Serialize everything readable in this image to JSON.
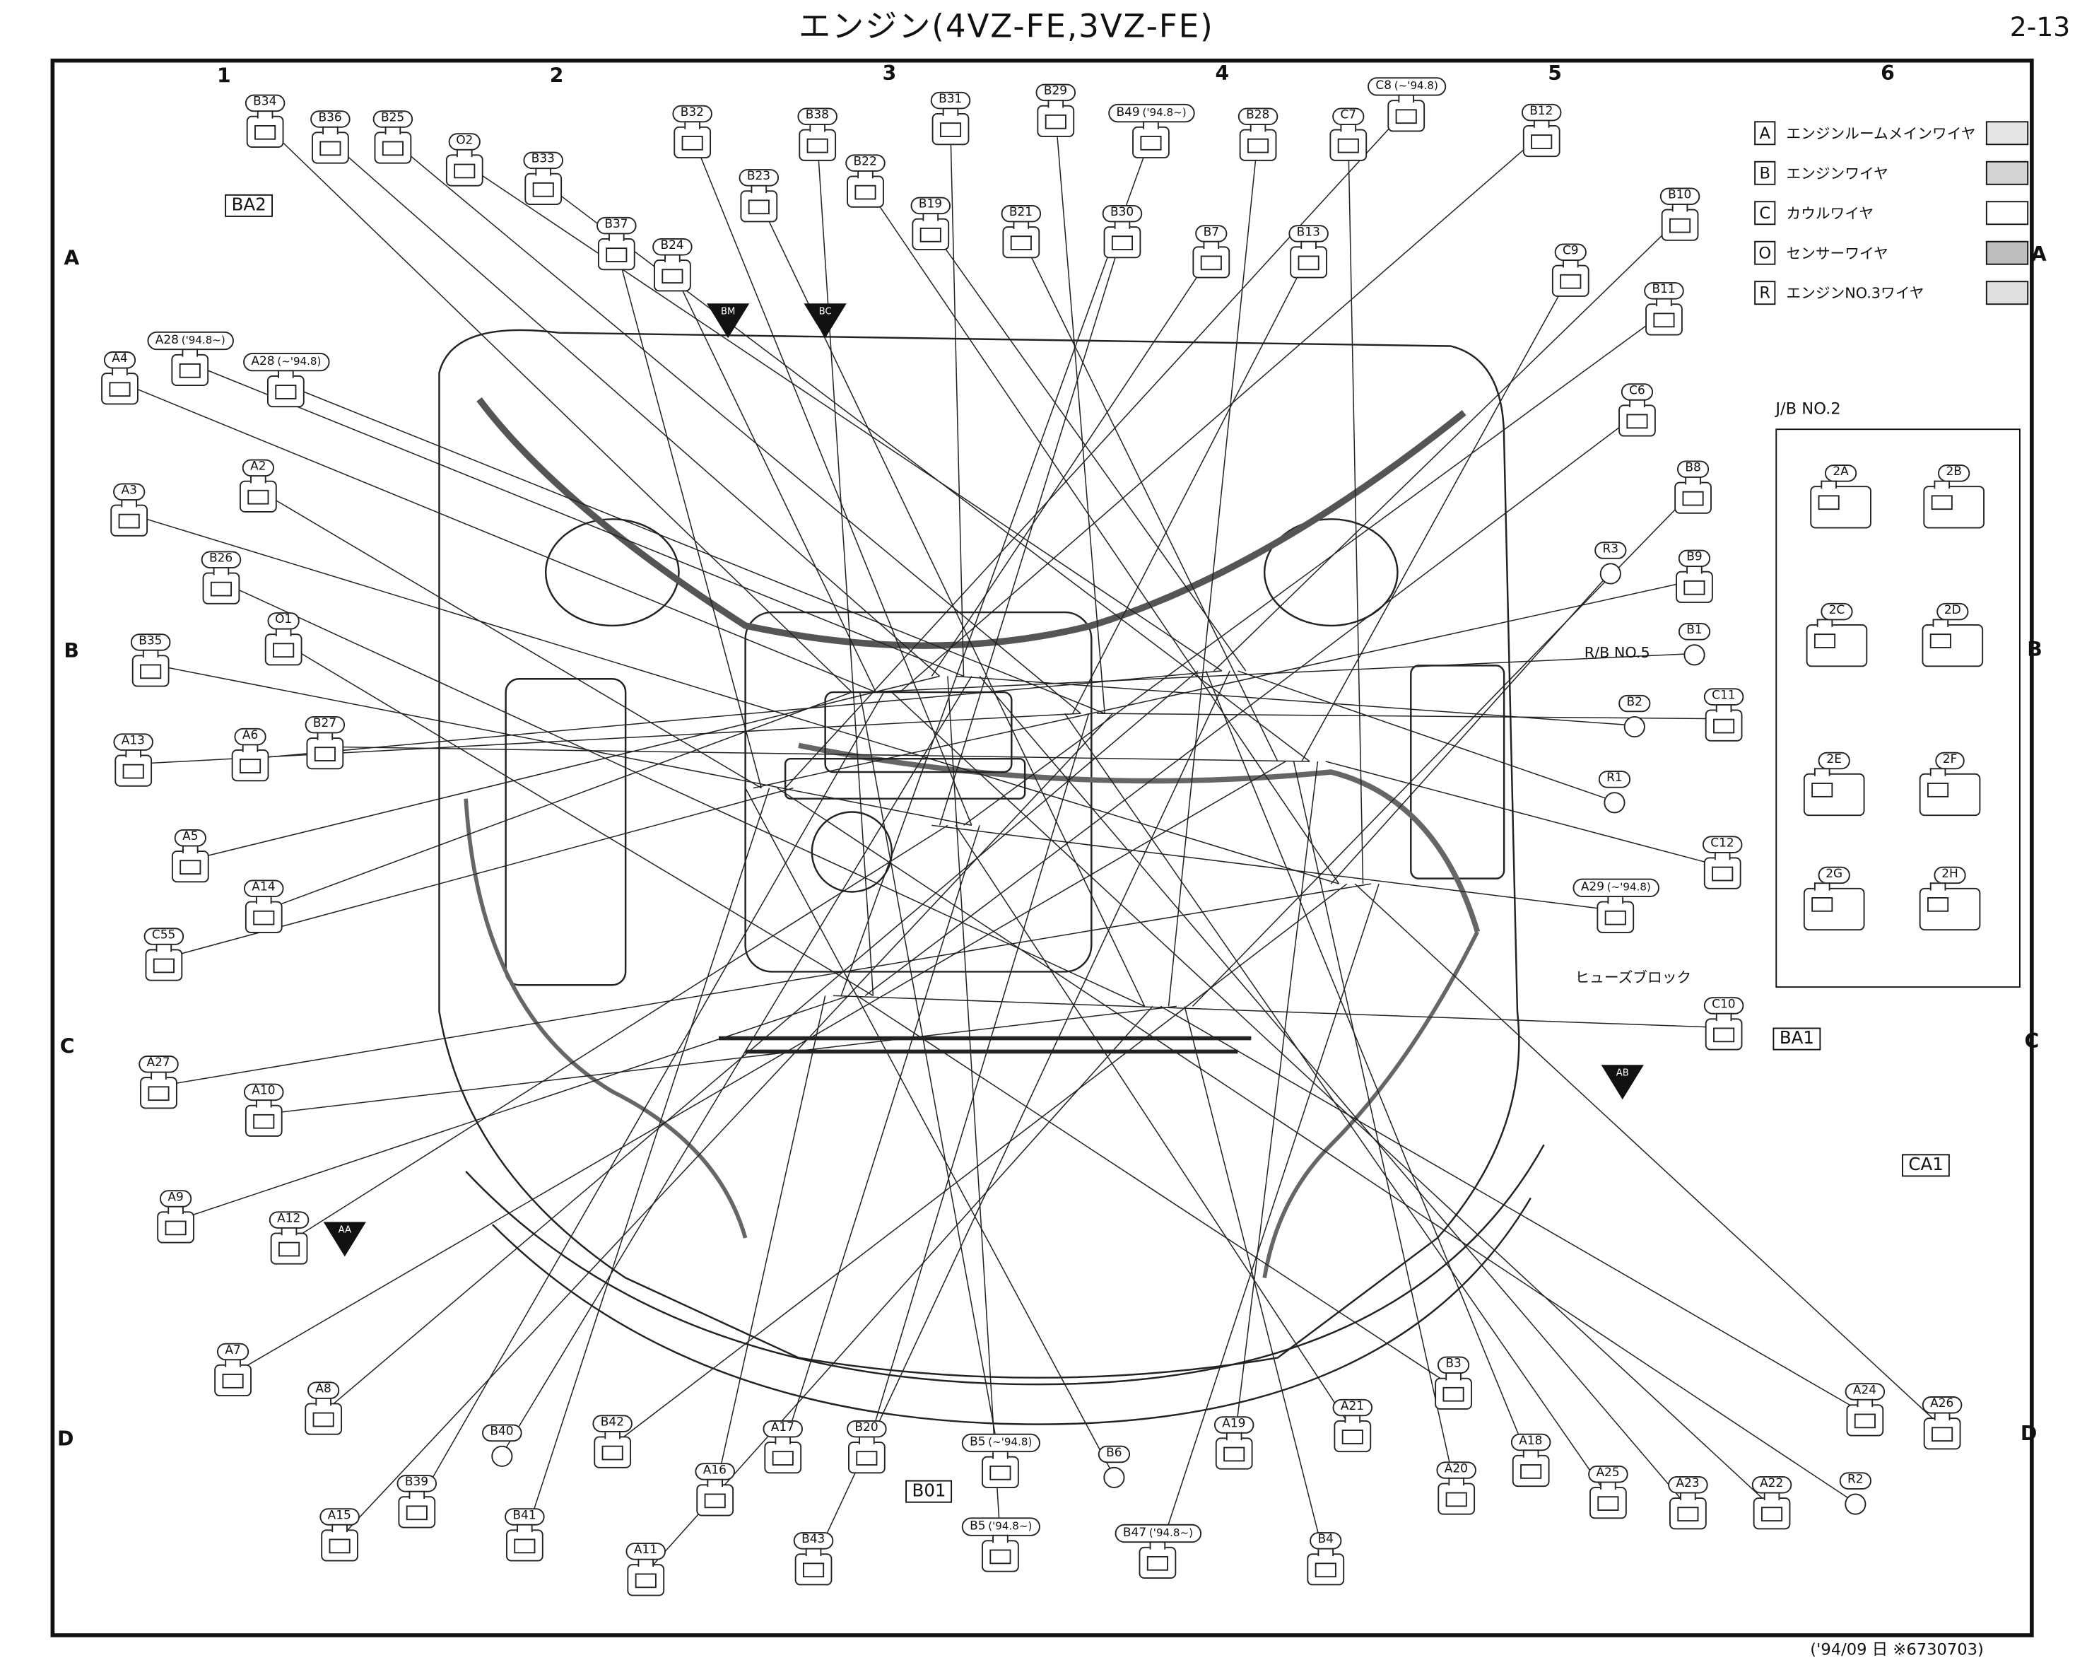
{
  "header": {
    "title": "エンジン(4VZ-FE,3VZ-FE)",
    "page": "2-13",
    "footer": "('94/09 日 ※6730703)"
  },
  "grid": {
    "columns": [
      "1",
      "2",
      "3",
      "4",
      "5",
      "6"
    ],
    "rows": [
      "A",
      "B",
      "C",
      "D"
    ]
  },
  "legend": [
    {
      "key": "A",
      "label": "エンジンルームメインワイヤ",
      "color": "#e6e6e6"
    },
    {
      "key": "B",
      "label": "エンジンワイヤ",
      "color": "#d4d4d4"
    },
    {
      "key": "C",
      "label": "カウルワイヤ",
      "color": "#ffffff"
    },
    {
      "key": "O",
      "label": "センサーワイヤ",
      "color": "#bdbdbd"
    },
    {
      "key": "R",
      "label": "エンジンNO.3ワイヤ",
      "color": "#e0e0e0"
    }
  ],
  "junction_block": {
    "title": "J/B NO.2",
    "connectors": [
      "2A",
      "2B",
      "2C",
      "2D",
      "2E",
      "2F",
      "2G",
      "2H"
    ]
  },
  "group_labels": [
    "BA2",
    "BA1",
    "CA1",
    "B01"
  ],
  "triangles": [
    "BM",
    "BC",
    "AA",
    "AB"
  ],
  "text_labels": {
    "rb": "R/B NO.5",
    "fuse": "ヒューズブロック"
  },
  "connectors": [
    {
      "id": "B34"
    },
    {
      "id": "B36"
    },
    {
      "id": "B25"
    },
    {
      "id": "O2"
    },
    {
      "id": "B33"
    },
    {
      "id": "B32"
    },
    {
      "id": "B38"
    },
    {
      "id": "B23"
    },
    {
      "id": "B22"
    },
    {
      "id": "B37"
    },
    {
      "id": "B24"
    },
    {
      "id": "B31"
    },
    {
      "id": "B29"
    },
    {
      "id": "B19"
    },
    {
      "id": "B21"
    },
    {
      "id": "B30"
    },
    {
      "id": "B49",
      "note": "('94.8~)"
    },
    {
      "id": "B28"
    },
    {
      "id": "C7"
    },
    {
      "id": "C8",
      "note": "(~'94.8)"
    },
    {
      "id": "B12"
    },
    {
      "id": "B7"
    },
    {
      "id": "B13"
    },
    {
      "id": "B10"
    },
    {
      "id": "C9"
    },
    {
      "id": "B11"
    },
    {
      "id": "C6"
    },
    {
      "id": "B8"
    },
    {
      "id": "R3",
      "ring": true
    },
    {
      "id": "B9"
    },
    {
      "id": "B1",
      "ring": true
    },
    {
      "id": "B2",
      "ring": true
    },
    {
      "id": "C11"
    },
    {
      "id": "R1",
      "ring": true
    },
    {
      "id": "C12"
    },
    {
      "id": "A29",
      "note": "(~'94.8)"
    },
    {
      "id": "C10"
    },
    {
      "id": "A24"
    },
    {
      "id": "A26"
    },
    {
      "id": "R2",
      "ring": true
    },
    {
      "id": "A22"
    },
    {
      "id": "A23"
    },
    {
      "id": "A25"
    },
    {
      "id": "A18"
    },
    {
      "id": "A20"
    },
    {
      "id": "A21"
    },
    {
      "id": "B3"
    },
    {
      "id": "B4"
    },
    {
      "id": "B47",
      "note": "('94.8~)"
    },
    {
      "id": "B6",
      "ring": true
    },
    {
      "id": "B5",
      "note": "(~'94.8)"
    },
    {
      "id": "B5",
      "note": "('94.8~)"
    },
    {
      "id": "B20"
    },
    {
      "id": "B43"
    },
    {
      "id": "A19"
    },
    {
      "id": "A17"
    },
    {
      "id": "A16"
    },
    {
      "id": "A11"
    },
    {
      "id": "B42"
    },
    {
      "id": "B41"
    },
    {
      "id": "B39"
    },
    {
      "id": "B40",
      "ring": true
    },
    {
      "id": "A15"
    },
    {
      "id": "A8"
    },
    {
      "id": "A7"
    },
    {
      "id": "A12"
    },
    {
      "id": "A9"
    },
    {
      "id": "A10"
    },
    {
      "id": "A27"
    },
    {
      "id": "C55"
    },
    {
      "id": "A14"
    },
    {
      "id": "A5"
    },
    {
      "id": "A13"
    },
    {
      "id": "A6"
    },
    {
      "id": "B27"
    },
    {
      "id": "B35"
    },
    {
      "id": "O1"
    },
    {
      "id": "B26"
    },
    {
      "id": "A3"
    },
    {
      "id": "A2"
    },
    {
      "id": "A4"
    },
    {
      "id": "A28",
      "note": "('94.8~)"
    },
    {
      "id": "A28",
      "note": "(~'94.8)"
    }
  ]
}
